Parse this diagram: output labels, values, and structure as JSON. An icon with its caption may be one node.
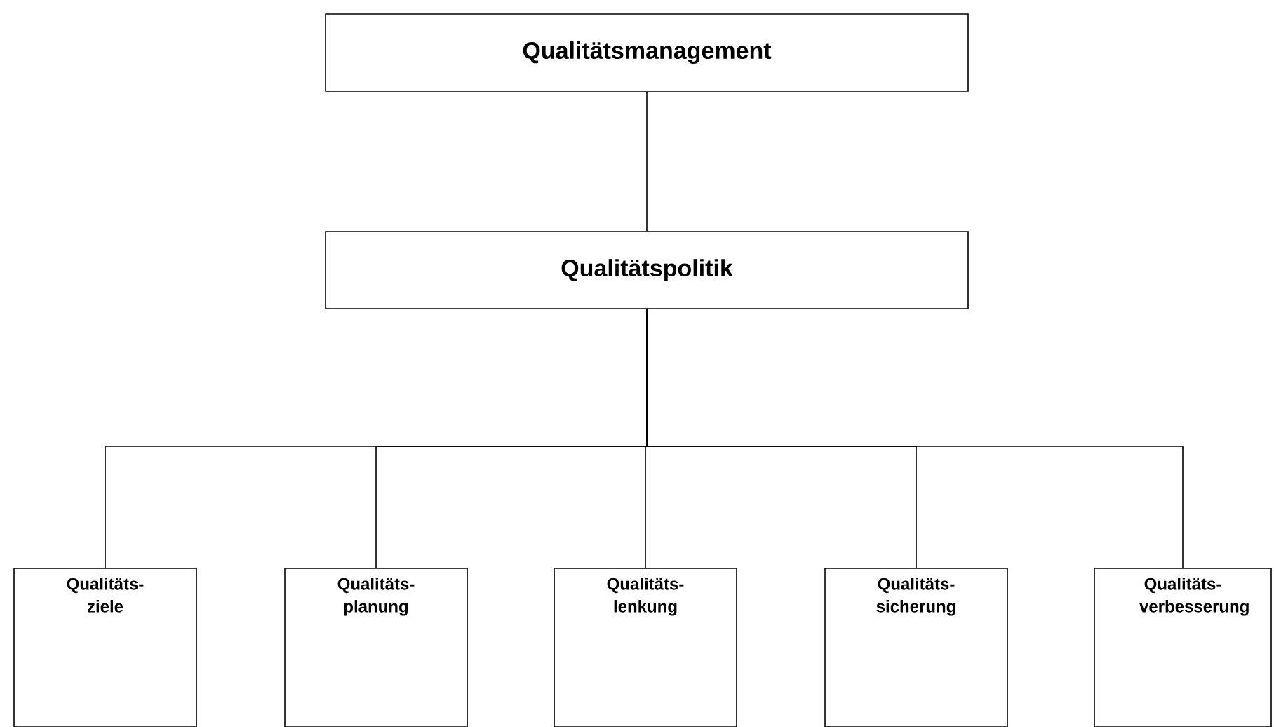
{
  "diagram": {
    "nodes": [
      {
        "text": [
          "Qualitätsmanagement"
        ]
      },
      {
        "text": [
          "Qualitätspolitik"
        ]
      },
      {
        "text": [
          "Qualitäts- ziele"
        ]
      },
      {
        "text": [
          "Qualitäts- planung"
        ]
      },
      {
        "text": [
          "Qualitäts- lenkung"
        ]
      },
      {
        "text": [
          "Qualitäts- sicherung"
        ]
      },
      {
        "text": [
          "Qualitäts- verbesserung"
        ]
      }
    ],
    "edges": [
      {
        "from": 0,
        "to": 1,
        "arrow": "none"
      },
      {
        "from": 1,
        "to": 2,
        "arrow": "none"
      },
      {
        "from": 1,
        "to": 3,
        "arrow": "none"
      },
      {
        "from": 1,
        "to": 4,
        "arrow": "none"
      },
      {
        "from": 1,
        "to": 5,
        "arrow": "none"
      },
      {
        "from": 1,
        "to": 6,
        "arrow": "none"
      }
    ]
  }
}
